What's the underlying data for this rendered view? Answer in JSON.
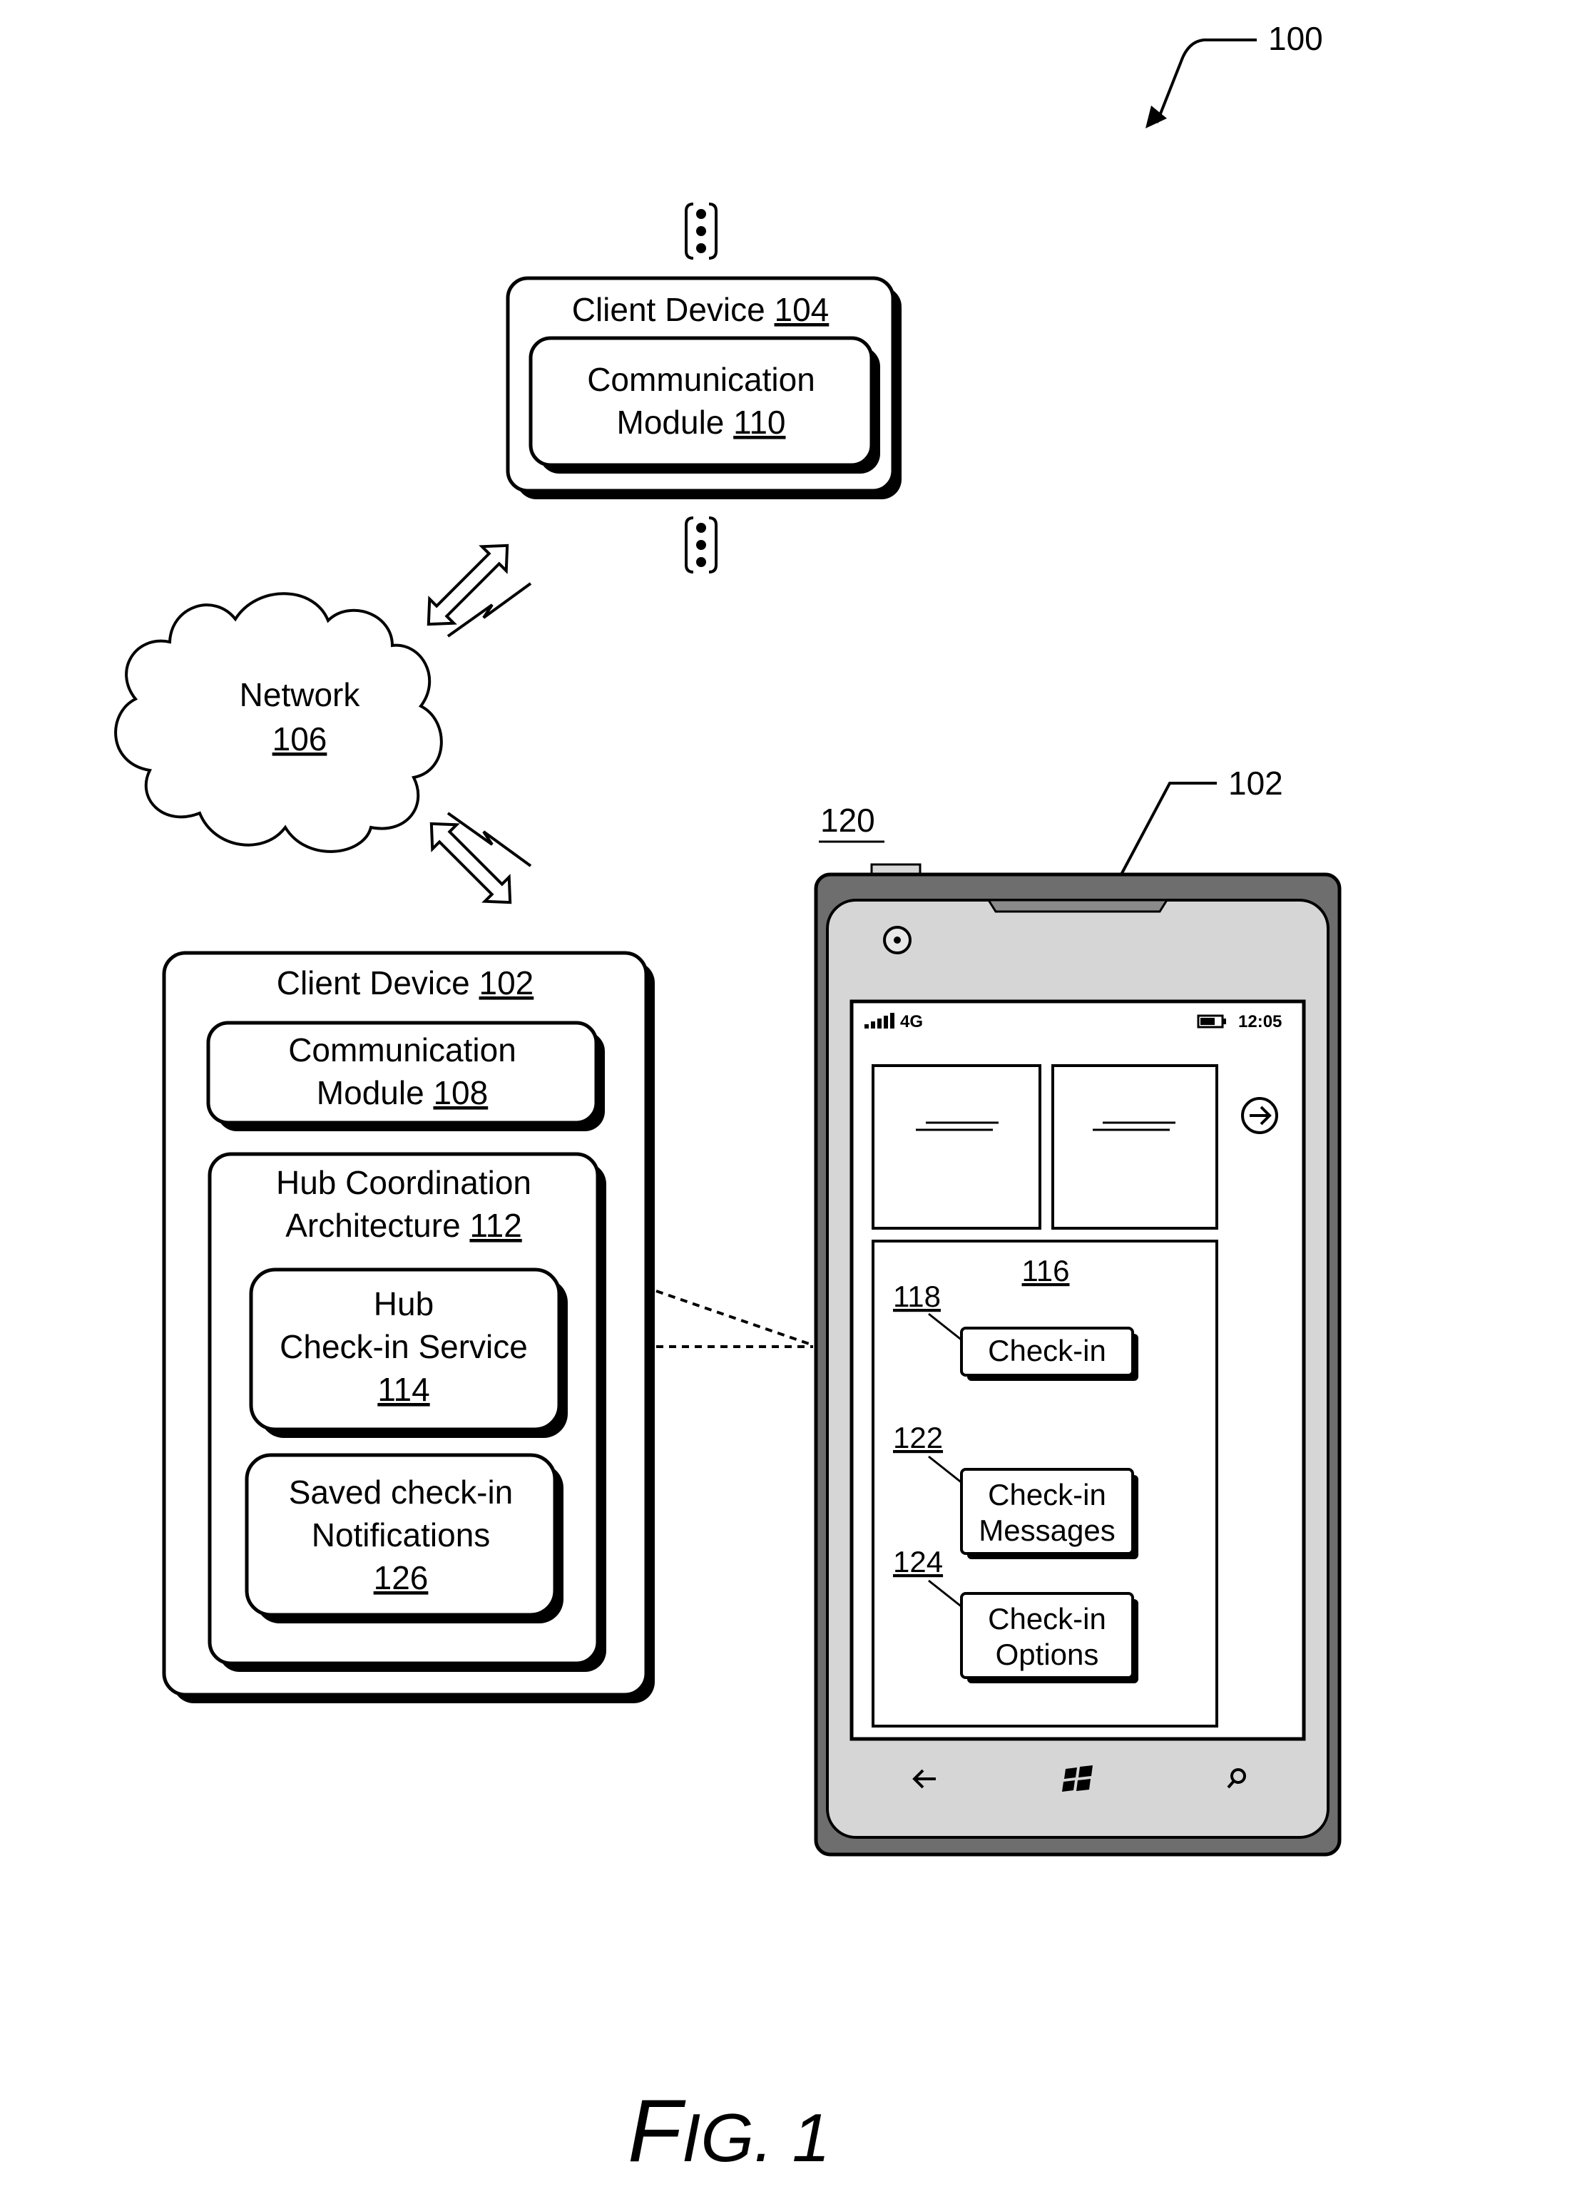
{
  "figure": {
    "ref_100": "100",
    "caption_f": "F",
    "caption_rest": "IG. 1"
  },
  "client_device_104": {
    "title_text": "Client Device ",
    "title_ref": "104",
    "module_line1": "Communication",
    "module_line2_text": "Module ",
    "module_ref": "110"
  },
  "network": {
    "label": "Network",
    "ref": "106"
  },
  "client_device_102": {
    "title_text": "Client Device ",
    "title_ref": "102",
    "comm_line1": "Communication",
    "comm_line2_text": "Module ",
    "comm_ref": "108",
    "hub_line1": "Hub Coordination",
    "hub_line2_text": "Architecture ",
    "hub_ref": "112",
    "checkin_line1": "Hub",
    "checkin_line2": "Check-in Service",
    "checkin_ref": "114",
    "saved_line1": "Saved check-in",
    "saved_line2": "Notifications",
    "saved_ref": "126"
  },
  "phone": {
    "ref_102": "102",
    "ref_120": "120",
    "status_network": "4G",
    "status_time": "12:05",
    "panel_ref": "116",
    "ref_118": "118",
    "ref_122": "122",
    "ref_124": "124",
    "btn_checkin": "Check-in",
    "btn_messages_line1": "Check-in",
    "btn_messages_line2": "Messages",
    "btn_options_line1": "Check-in",
    "btn_options_line2": "Options",
    "icons": [
      "back-arrow-icon",
      "windows-logo-icon",
      "search-icon",
      "forward-arrow-icon",
      "camera-icon",
      "signal-bars-icon",
      "battery-icon"
    ]
  }
}
